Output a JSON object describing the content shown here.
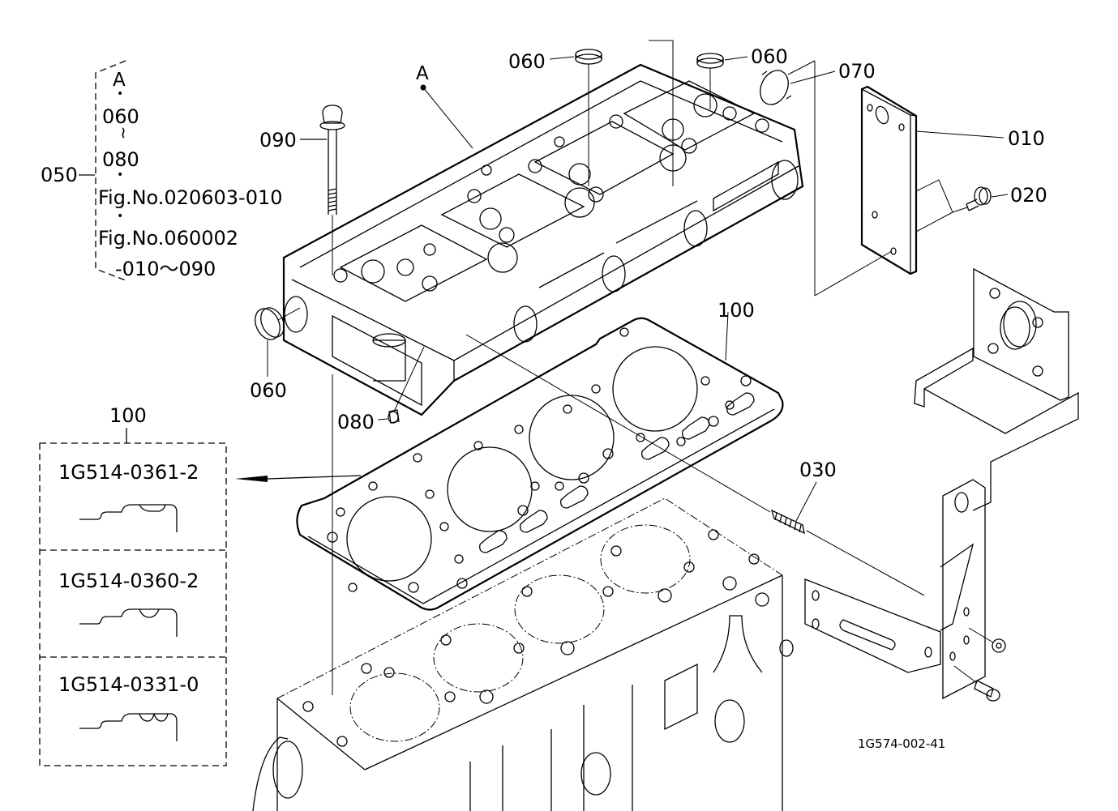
{
  "diagram": {
    "type": "exploded-parts-diagram",
    "subject": "cylinder head, head gasket and engine hanger bracket",
    "reference_code": "1G574-002-41"
  },
  "callouts": {
    "p010": "010",
    "p020": "020",
    "p030": "030",
    "p050": "050",
    "p060_top_left": "060",
    "p060_top_right": "060",
    "p060_side": "060",
    "p070": "070",
    "p080": "080",
    "p090": "090",
    "p100_gasket": "100",
    "p100_box": "100",
    "assembly_a": "A"
  },
  "assembly_050": {
    "lines": [
      "A",
      "•",
      "060",
      "~",
      "080",
      "•",
      "Fig.No.020603-010",
      "•",
      "Fig.No.060002",
      "-010～090"
    ]
  },
  "gasket_variants": {
    "items": [
      {
        "part_number": "1G514-0361-2",
        "profile": "flat-bead"
      },
      {
        "part_number": "1G514-0360-2",
        "profile": "single-bead"
      },
      {
        "part_number": "1G514-0331-0",
        "profile": "double-bead"
      }
    ]
  }
}
